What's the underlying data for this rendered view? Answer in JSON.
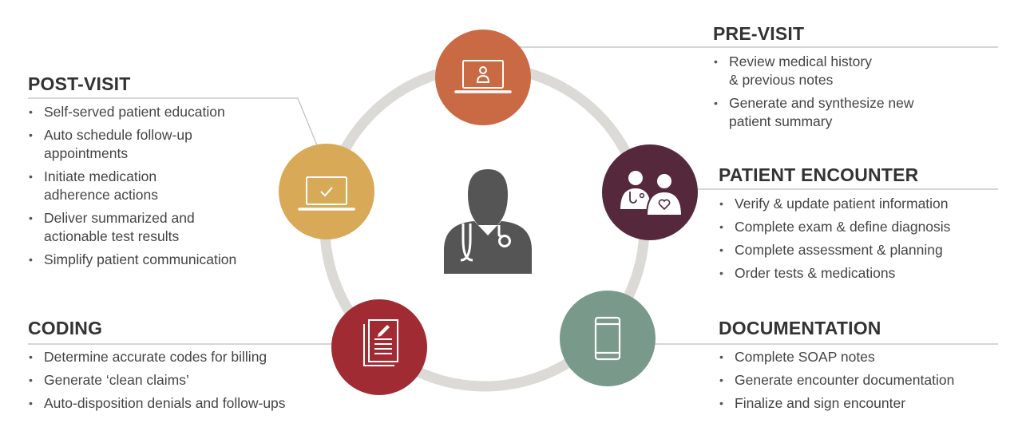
{
  "colors": {
    "ring": "#dcdad6",
    "pre_visit": "#c96a45",
    "patient_encounter": "#55283b",
    "documentation": "#79998a",
    "coding": "#a12b33",
    "post_visit": "#d8a956",
    "doctor": "#555555",
    "connector": "#bdbdbd"
  },
  "sections": {
    "pre_visit": {
      "heading": "PRE-VISIT",
      "items": [
        "Review medical history\n& previous notes",
        "Generate and synthesize new\npatient summary"
      ]
    },
    "patient_encounter": {
      "heading": "PATIENT ENCOUNTER",
      "items": [
        "Verify & update patient information",
        "Complete exam & define diagnosis",
        "Complete assessment & planning",
        "Order tests & medications"
      ]
    },
    "documentation": {
      "heading": "DOCUMENTATION",
      "items": [
        "Complete SOAP notes",
        "Generate encounter documentation",
        "Finalize and sign encounter"
      ]
    },
    "post_visit": {
      "heading": "POST-VISIT",
      "items": [
        "Self-served patient education",
        "Auto schedule follow-up\nappointments",
        "Initiate medication\nadherence actions",
        "Deliver summarized and\nactionable test results",
        "Simplify patient communication"
      ]
    },
    "coding": {
      "heading": "CODING",
      "items": [
        "Determine accurate codes for billing",
        "Generate ‘clean claims’",
        "Auto-disposition denials and follow-ups"
      ]
    }
  },
  "icons": {
    "pre_visit": "laptop-user-icon",
    "patient_encounter": "doctor-patient-icon",
    "documentation": "smartphone-icon",
    "coding": "document-pen-icon",
    "post_visit": "laptop-check-icon",
    "center": "doctor-stethoscope-icon"
  }
}
